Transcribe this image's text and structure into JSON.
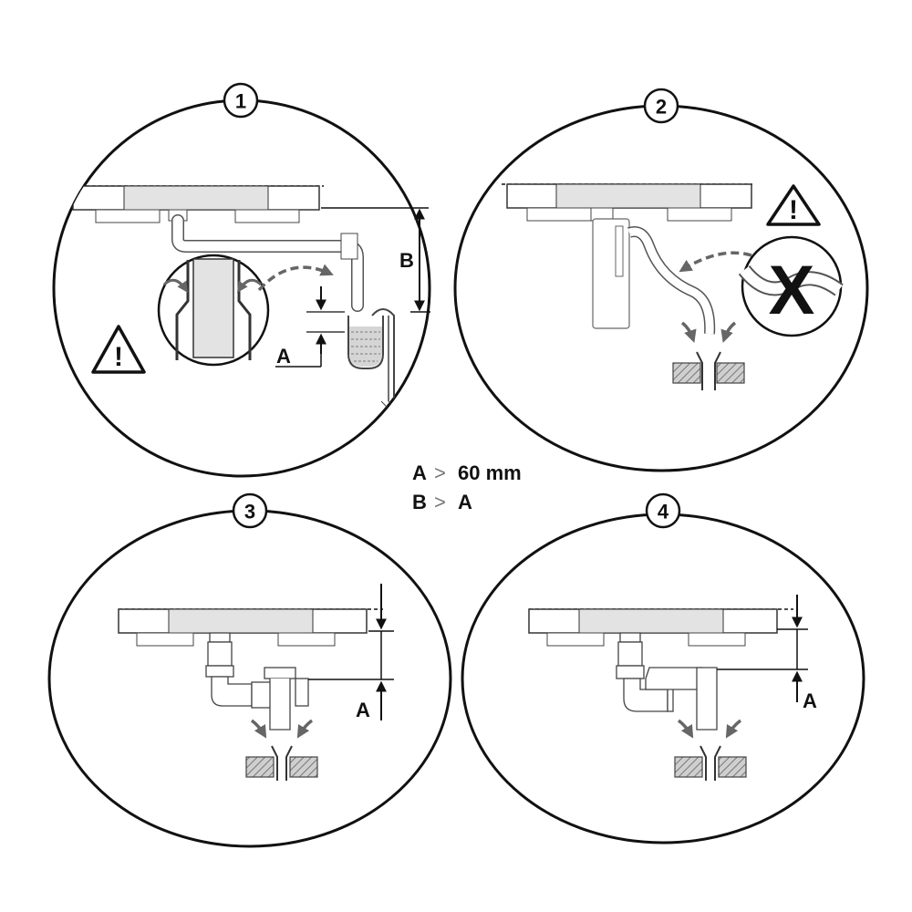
{
  "panels": [
    {
      "number": "1",
      "labels": {
        "B": "B",
        "A": "A"
      },
      "warning_symbol": "!"
    },
    {
      "number": "2",
      "warning_symbol": "!",
      "forbidden_mark": "X"
    },
    {
      "number": "3",
      "labels": {
        "A": "A"
      }
    },
    {
      "number": "4",
      "labels": {
        "A": "A"
      }
    }
  ],
  "rules": {
    "line1": {
      "left": "A",
      "op": ">",
      "right": "60 mm"
    },
    "line2": {
      "left": "B",
      "op": ">",
      "right": "A"
    }
  },
  "colors": {
    "stroke": "#111111",
    "sink_fill": "#e6e6e6",
    "arrow_gray": "#666666",
    "floor_hatch": "#9a9a9a"
  },
  "icons": [
    "warning-triangle-icon",
    "curved-arrow-icon",
    "cross-mark-icon"
  ]
}
